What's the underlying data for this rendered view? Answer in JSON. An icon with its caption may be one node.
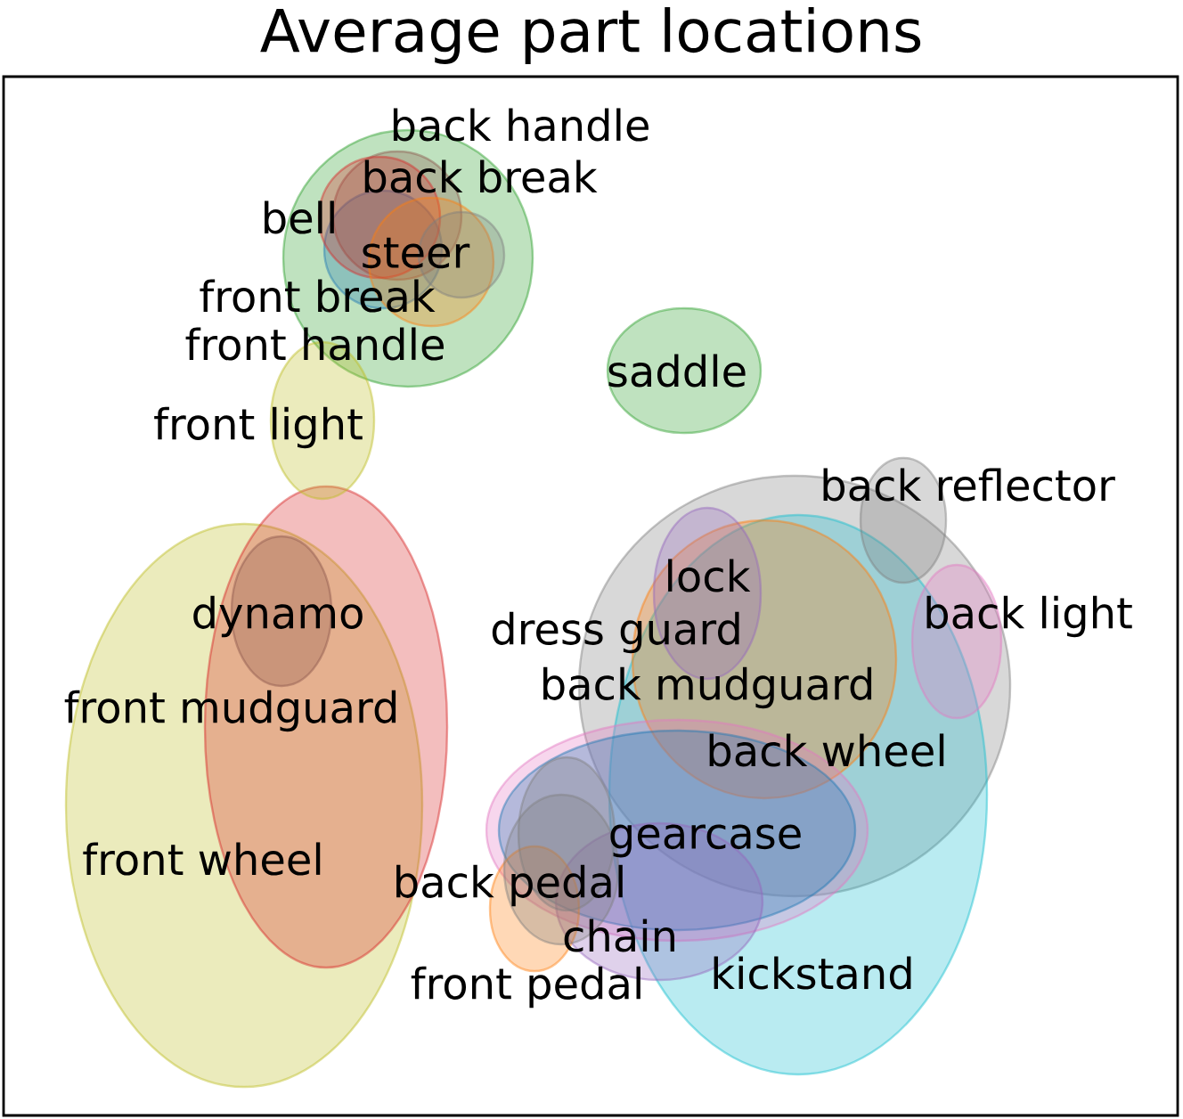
{
  "diagram": {
    "title": "Average part locations",
    "labels": [
      "back handle",
      "back break",
      "bell",
      "steer",
      "front break",
      "front handle",
      "front light",
      "saddle",
      "back reflector",
      "lock",
      "back light",
      "dynamo",
      "dress guard",
      "back mudguard",
      "front mudguard",
      "back wheel",
      "gearcase",
      "front wheel",
      "back pedal",
      "chain",
      "kickstand",
      "front pedal"
    ]
  }
}
